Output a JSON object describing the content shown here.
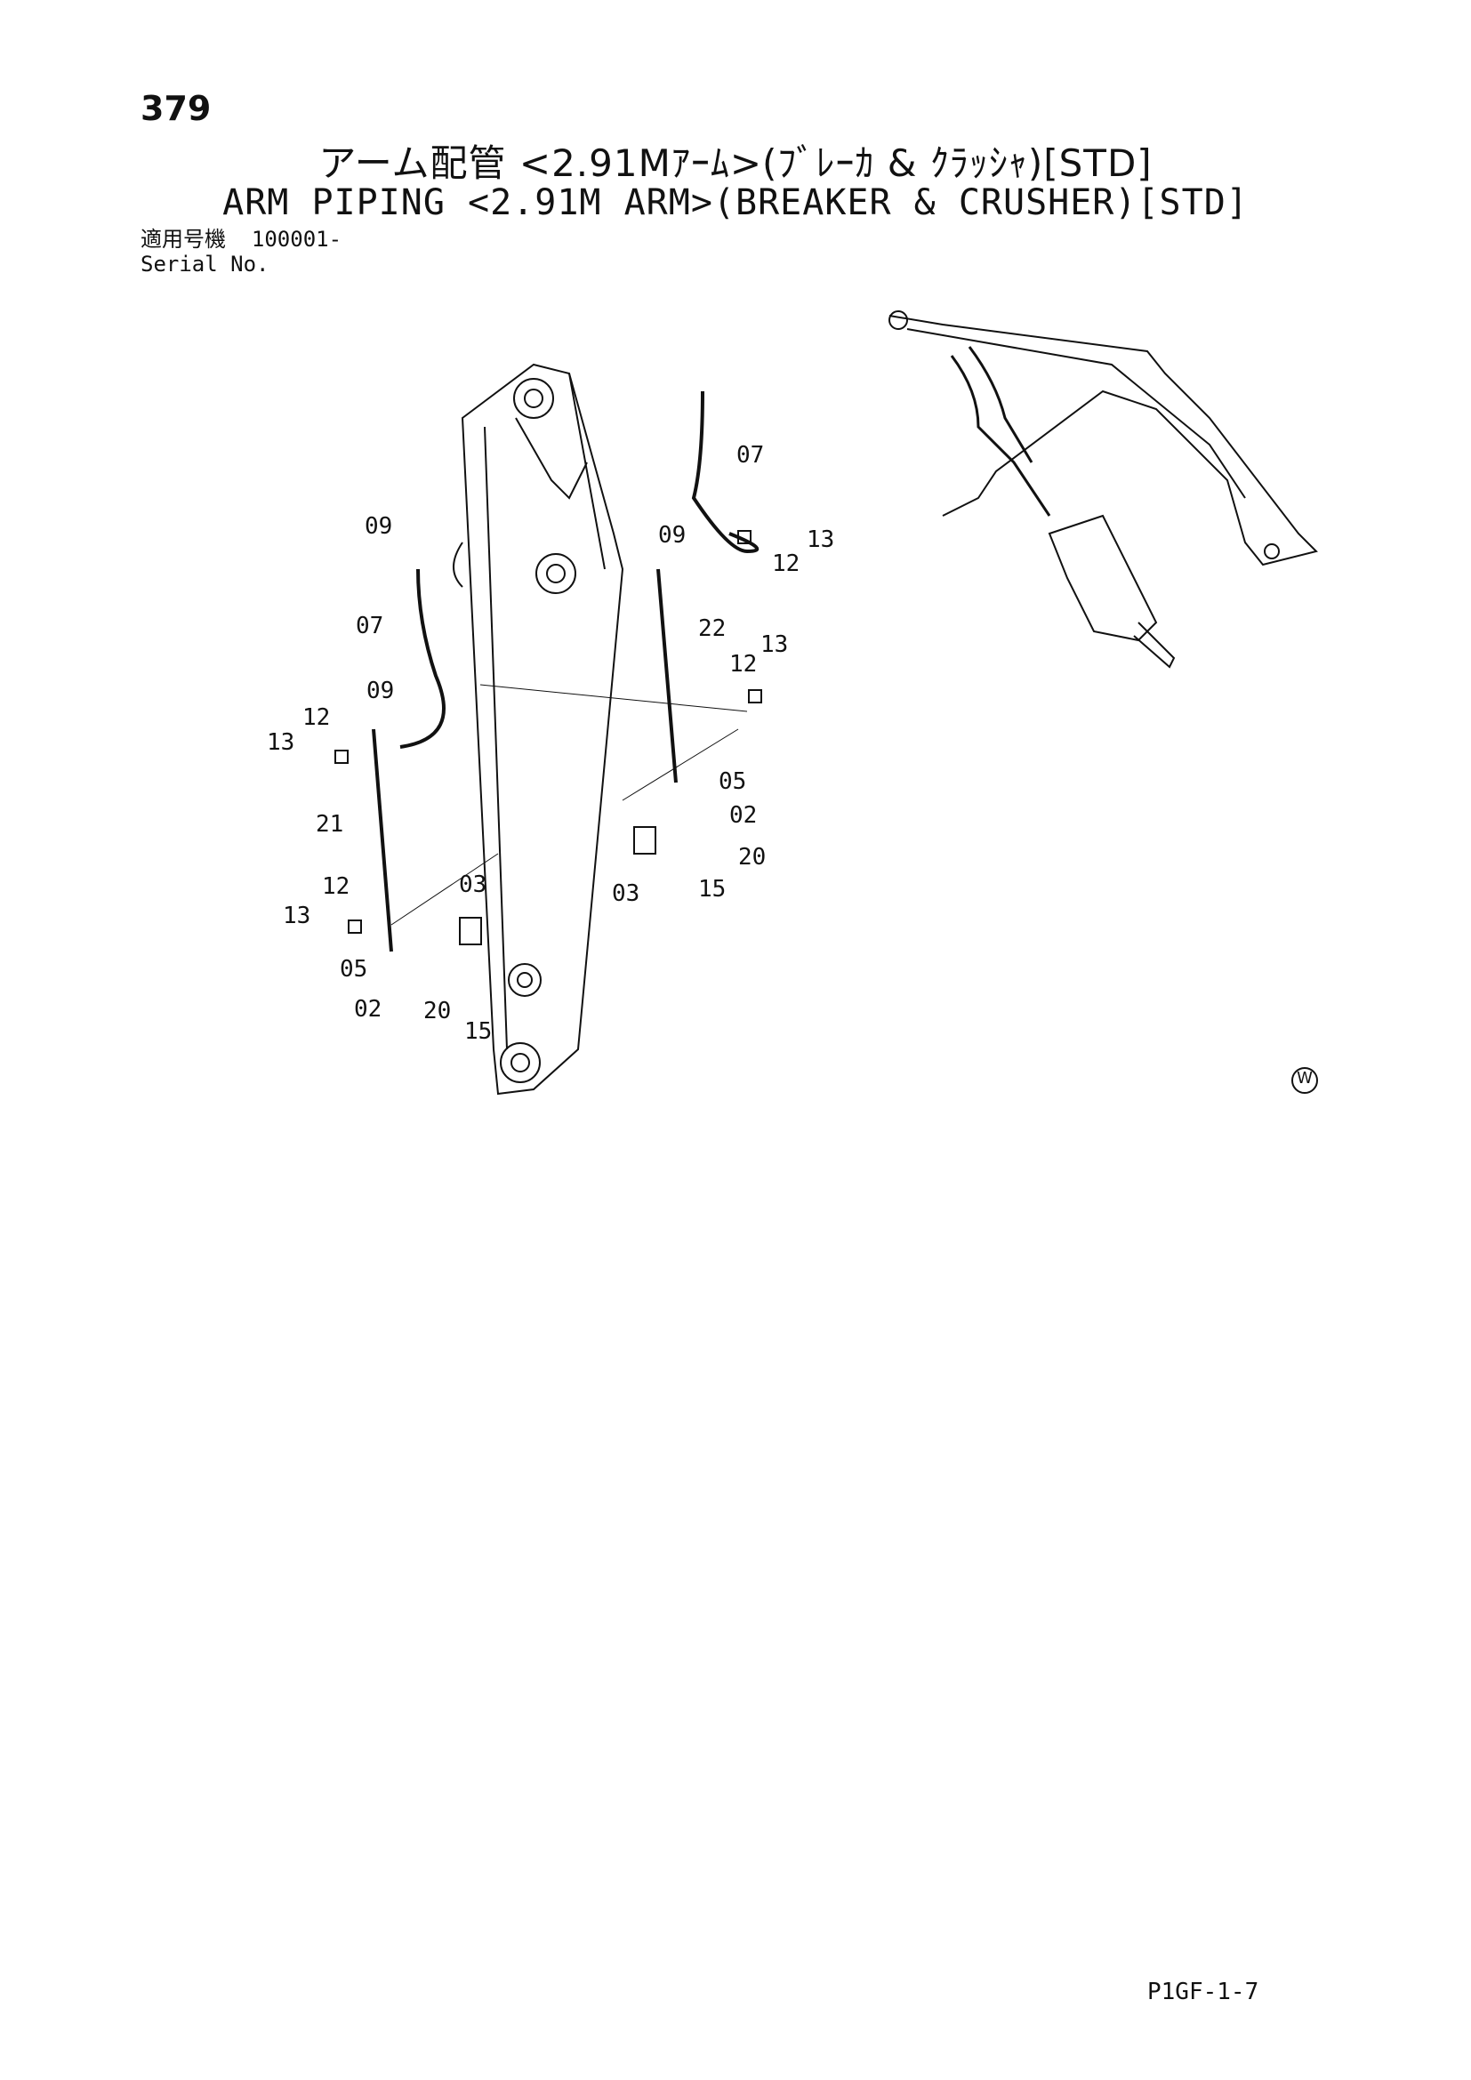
{
  "page_number": "379",
  "title_jp": "アーム配管 <2.91Mｱｰﾑ>(ﾌﾞﾚｰｶ & ｸﾗｯｼｬ)[STD]",
  "title_en": "ARM PIPING <2.91M ARM>(BREAKER & CRUSHER)[STD]",
  "serial": {
    "label_jp": "適用号機",
    "value": "100001-",
    "label_en": "Serial No."
  },
  "callouts": [
    "09",
    "07",
    "13",
    "12",
    "09",
    "12",
    "13",
    "22",
    "07",
    "09",
    "12",
    "13",
    "05",
    "21",
    "02",
    "20",
    "12",
    "03",
    "03",
    "15",
    "13",
    "05",
    "02",
    "20",
    "15"
  ],
  "w_mark": "W",
  "footer_code": "P1GF-1-7"
}
